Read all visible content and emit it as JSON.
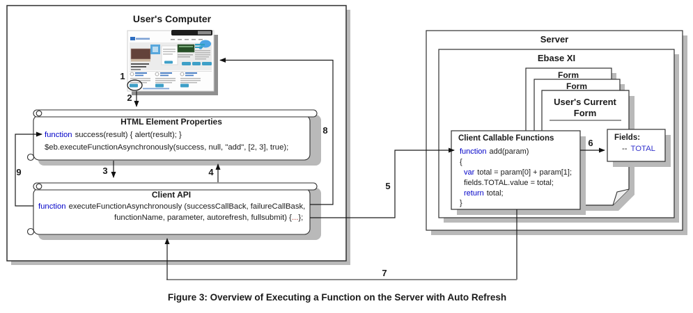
{
  "figure": {
    "caption": "Figure 3: Overview of Executing a Function on the Server with Auto Refresh"
  },
  "steps": {
    "s1": "1",
    "s2": "2",
    "s3": "3",
    "s4": "4",
    "s5": "5",
    "s6": "6",
    "s7": "7",
    "s8": "8",
    "s9": "9"
  },
  "user_computer": {
    "title": "User's Computer",
    "html_properties": {
      "title": "HTML Element Properties",
      "line1_kw": "function",
      "line1_rest": "success(result) { alert(result); }",
      "line2": "$eb.executeFunctionAsynchronously(success, null, \"add\", [2, 3], true);"
    },
    "client_api": {
      "title": "Client API",
      "line1_kw": "function",
      "line1_rest": "executeFunctionAsynchronously (successCallBack, failureCallBask,",
      "line2_pre": "functionName, parameter, autorefresh, fullsubmit) {",
      "line2_ellipsis": "...",
      "line2_post": "};"
    }
  },
  "server": {
    "title": "Server",
    "ebase_title": "Ebase XI",
    "form_back_title": "Form",
    "form_mid_title": "Form",
    "current_form": {
      "title_line1": "User's Current",
      "title_line2": "Form"
    },
    "client_callable": {
      "title": "Client Callable Functions",
      "l1_kw": "function",
      "l1_rest": "add(param)",
      "l2": "{",
      "l3_kw": "var",
      "l3_rest": "total = param[0] + param[1];",
      "l4": "fields.TOTAL.value = total;",
      "l5_kw": "return",
      "l5_rest": "total;",
      "l6": "}"
    },
    "fields_box": {
      "label": "Fields:",
      "dash": "--",
      "field_name": "TOTAL"
    }
  },
  "colors": {
    "keyword_blue": "#0000c8",
    "field_link_blue": "#3333cc",
    "ellipsis_red": "#b03a2e",
    "box_shadow_gray": "#b9b9b9",
    "teal_button": "#3e9fc7"
  }
}
